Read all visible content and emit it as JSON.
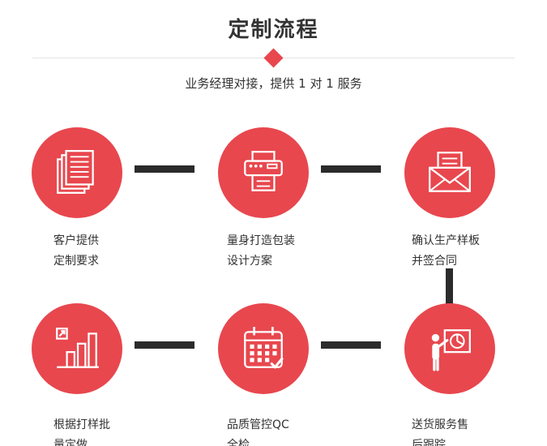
{
  "header": {
    "title": "定制流程",
    "subtitle": "业务经理对接，提供 1 对 1 服务"
  },
  "steps": [
    {
      "icon": "stacked-documents-icon",
      "line1": "客户提供",
      "line2": "定制要求"
    },
    {
      "icon": "printer-icon",
      "line1": "量身打造包装",
      "line2": "设计方案"
    },
    {
      "icon": "open-envelope-icon",
      "line1": "确认生产样板",
      "line2": "并签合同"
    },
    {
      "icon": "bar-chart-icon",
      "line1": "根据打样批",
      "line2": "量定做"
    },
    {
      "icon": "calendar-check-icon",
      "line1": "品质管控QC",
      "line2": "全检"
    },
    {
      "icon": "presentation-icon",
      "line1": "送货服务售",
      "line2": "后跟踪"
    }
  ],
  "colors": {
    "accent_red": "#e8474e",
    "connector_dark": "#2b2b2b",
    "divider_gray": "#e3e3e3",
    "text": "#333333"
  }
}
